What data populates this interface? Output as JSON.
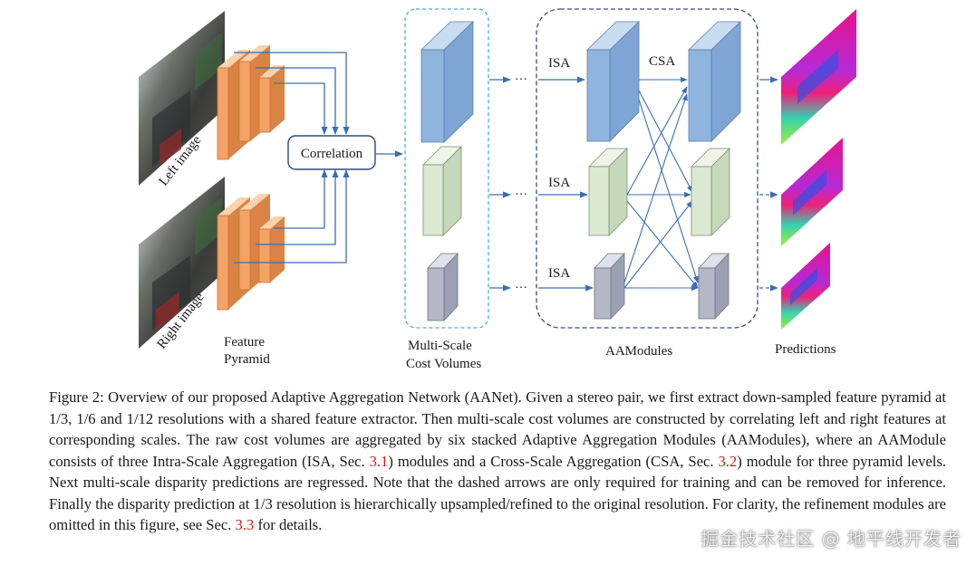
{
  "figure": {
    "labels": {
      "left_image": "Left image",
      "right_image": "Right image",
      "feature_pyramid_line1": "Feature",
      "feature_pyramid_line2": "Pyramid",
      "correlation": "Correlation",
      "cost_volumes_line1": "Multi-Scale",
      "cost_volumes_line2": "Cost Volumes",
      "aamodules": "AAModules",
      "predictions": "Predictions",
      "isa": "ISA",
      "csa": "CSA",
      "ellipsis": "···"
    },
    "colors": {
      "feature": "#f4a366",
      "feature_dark": "#c8703a",
      "blue_volume": "#8fb4de",
      "green_volume": "#dce9d2",
      "gray_volume": "#b3b7c6",
      "arrow": "#3b6db4",
      "dashed_box_cyan": "#3bb3d6",
      "dashed_box_navy": "#3a4f86"
    },
    "icons": [
      "left-image-photo",
      "right-image-photo",
      "disparity-map-large",
      "disparity-map-medium",
      "disparity-map-small"
    ]
  },
  "caption": {
    "lead": "Figure 2: Overview of our proposed Adaptive Aggregation Network (AANet). Given a stereo pair, we first extract down-sampled feature pyramid at 1/3, 1/6 and 1/12 resolutions with a shared feature extractor. Then multi-scale cost volumes are constructed by correlating left and right features at corresponding scales. The raw cost volumes are aggregated by six stacked Adaptive Aggregation Modules (AAModules), where an AAModule consists of three Intra-Scale Aggregation (ISA, Sec.",
    "ref1": "3.1",
    "mid1": ") modules and a Cross-Scale Aggregation (CSA, Sec.",
    "ref2": "3.2",
    "mid2": ") module for three pyramid levels. Next multi-scale disparity predictions are regressed. Note that the dashed arrows are only required for training and can be removed for inference. Finally the disparity prediction at 1/3 resolution is hierarchically upsampled/refined to the original resolution. For clarity, the refinement modules are omitted in this figure, see Sec.",
    "ref3": "3.3",
    "tail": "for details."
  },
  "watermark": "掘金技术社区 @ 地平线开发者"
}
